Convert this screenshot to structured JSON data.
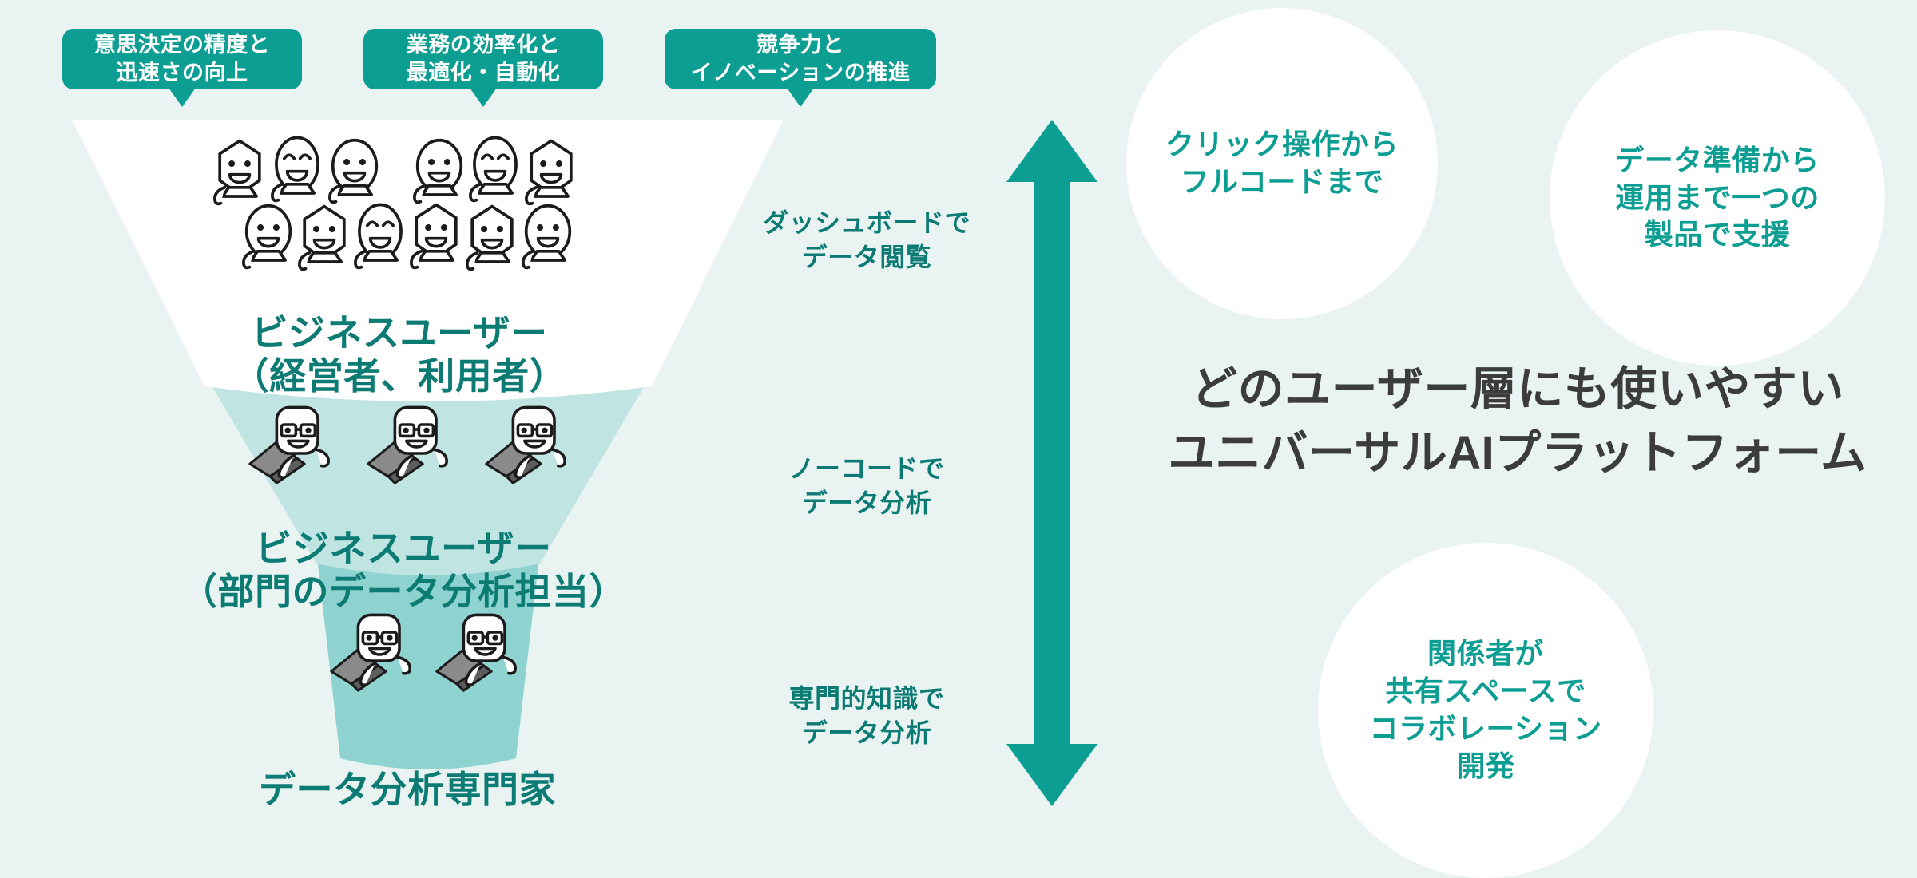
{
  "colors": {
    "background": "#e8f3f2",
    "teal_dark": "#0c7b74",
    "teal": "#0d9e93",
    "tier_mid": "#bfe4e2",
    "tier_bottom": "#8ed3d0",
    "tier_top": "#ffffff",
    "headline_gray": "#3c3c3c"
  },
  "top_pills": [
    {
      "lines": [
        "意思決定の精度と",
        "迅速さの向上"
      ]
    },
    {
      "lines": [
        "業務の効率化と",
        "最適化・自動化"
      ]
    },
    {
      "lines": [
        "競争力と",
        "イノベーションの推進"
      ]
    }
  ],
  "funnel": {
    "tiers": [
      {
        "title_lines": [
          "ビジネスユーザー",
          "（経営者、利用者）"
        ],
        "note_lines": [
          "ダッシュボードで",
          "データ閲覧"
        ],
        "icon": "crowd-people-icon",
        "people_count": 12,
        "fill": "#ffffff"
      },
      {
        "title_lines": [
          "ビジネスユーザー",
          "（部門のデータ分析担当）"
        ],
        "note_lines": [
          "ノーコードで",
          "データ分析"
        ],
        "icon": "analyst-laptop-icon",
        "people_count": 3,
        "fill": "#bfe4e2"
      },
      {
        "title_lines": [
          "データ分析専門家"
        ],
        "note_lines": [
          "専門的知識で",
          "データ分析"
        ],
        "icon": "specialist-laptop-icon",
        "people_count": 2,
        "fill": "#8ed3d0"
      }
    ]
  },
  "arrow": {
    "icon": "double-headed-vertical-arrow-icon",
    "color": "#0d9e93"
  },
  "circles": [
    {
      "lines": [
        "クリック操作から",
        "フルコードまで"
      ]
    },
    {
      "lines": [
        "データ準備から",
        "運用まで一つの",
        "製品で支援"
      ]
    },
    {
      "lines": [
        "関係者が",
        "共有スペースで",
        "コラボレーション",
        "開発"
      ]
    }
  ],
  "headline": {
    "lines": [
      "どのユーザー層にも使いやすい",
      "ユニバーサルAIプラットフォーム"
    ]
  }
}
